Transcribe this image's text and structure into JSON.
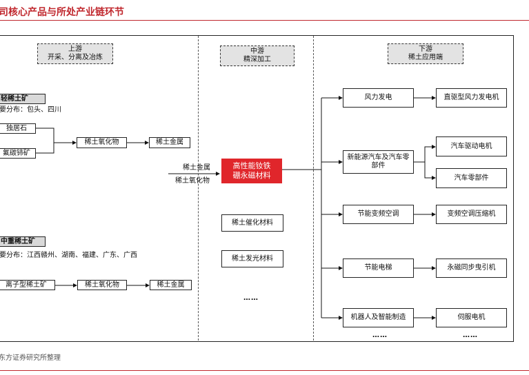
{
  "title": "司核心产品与所处产业链环节",
  "source": "东方证券研究所整理",
  "headers": {
    "upstream": {
      "l1": "上游",
      "l2": "开采、分离及冶炼"
    },
    "midstream": {
      "l1": "中游",
      "l2": "精深加工"
    },
    "downstream": {
      "l1": "下游",
      "l2": "稀土应用端"
    }
  },
  "upstream": {
    "light_mine": "轻稀土矿",
    "light_dist": "要分布：包头、四川",
    "monazite": "独居石",
    "bastnaesite": "氟碳铈矿",
    "light_oxide": "稀土氧化物",
    "light_metal": "稀土金属",
    "heavy_mine": "中重稀土矿",
    "heavy_dist": "要分布：江西赣州、湖南、福建、广东、广西",
    "ionic": "离子型稀土矿",
    "heavy_oxide": "稀土氧化物",
    "heavy_metal": "稀土金属"
  },
  "midstream": {
    "input_metal": "稀土金属",
    "input_oxide": "稀土氧化物",
    "ndfeb_l1": "高性能钕铁",
    "ndfeb_l2": "硼永磁材料",
    "catalyst": "稀土催化材料",
    "luminescent": "稀土发光材料",
    "ellipsis": "……"
  },
  "downstream": {
    "wind": "风力发电",
    "wind_out": "直驱型风力发电机",
    "nev": "新能源汽车及汽车零部件",
    "nev_out1": "汽车驱动电机",
    "nev_out2": "汽车零部件",
    "ac": "节能变频空调",
    "ac_out": "变频空调压缩机",
    "elevator": "节能电梯",
    "elevator_out": "永磁同步曳引机",
    "robot": "机器人及智能制造",
    "robot_out": "伺服电机",
    "ellipsis_left": "……",
    "ellipsis_right": "……"
  }
}
